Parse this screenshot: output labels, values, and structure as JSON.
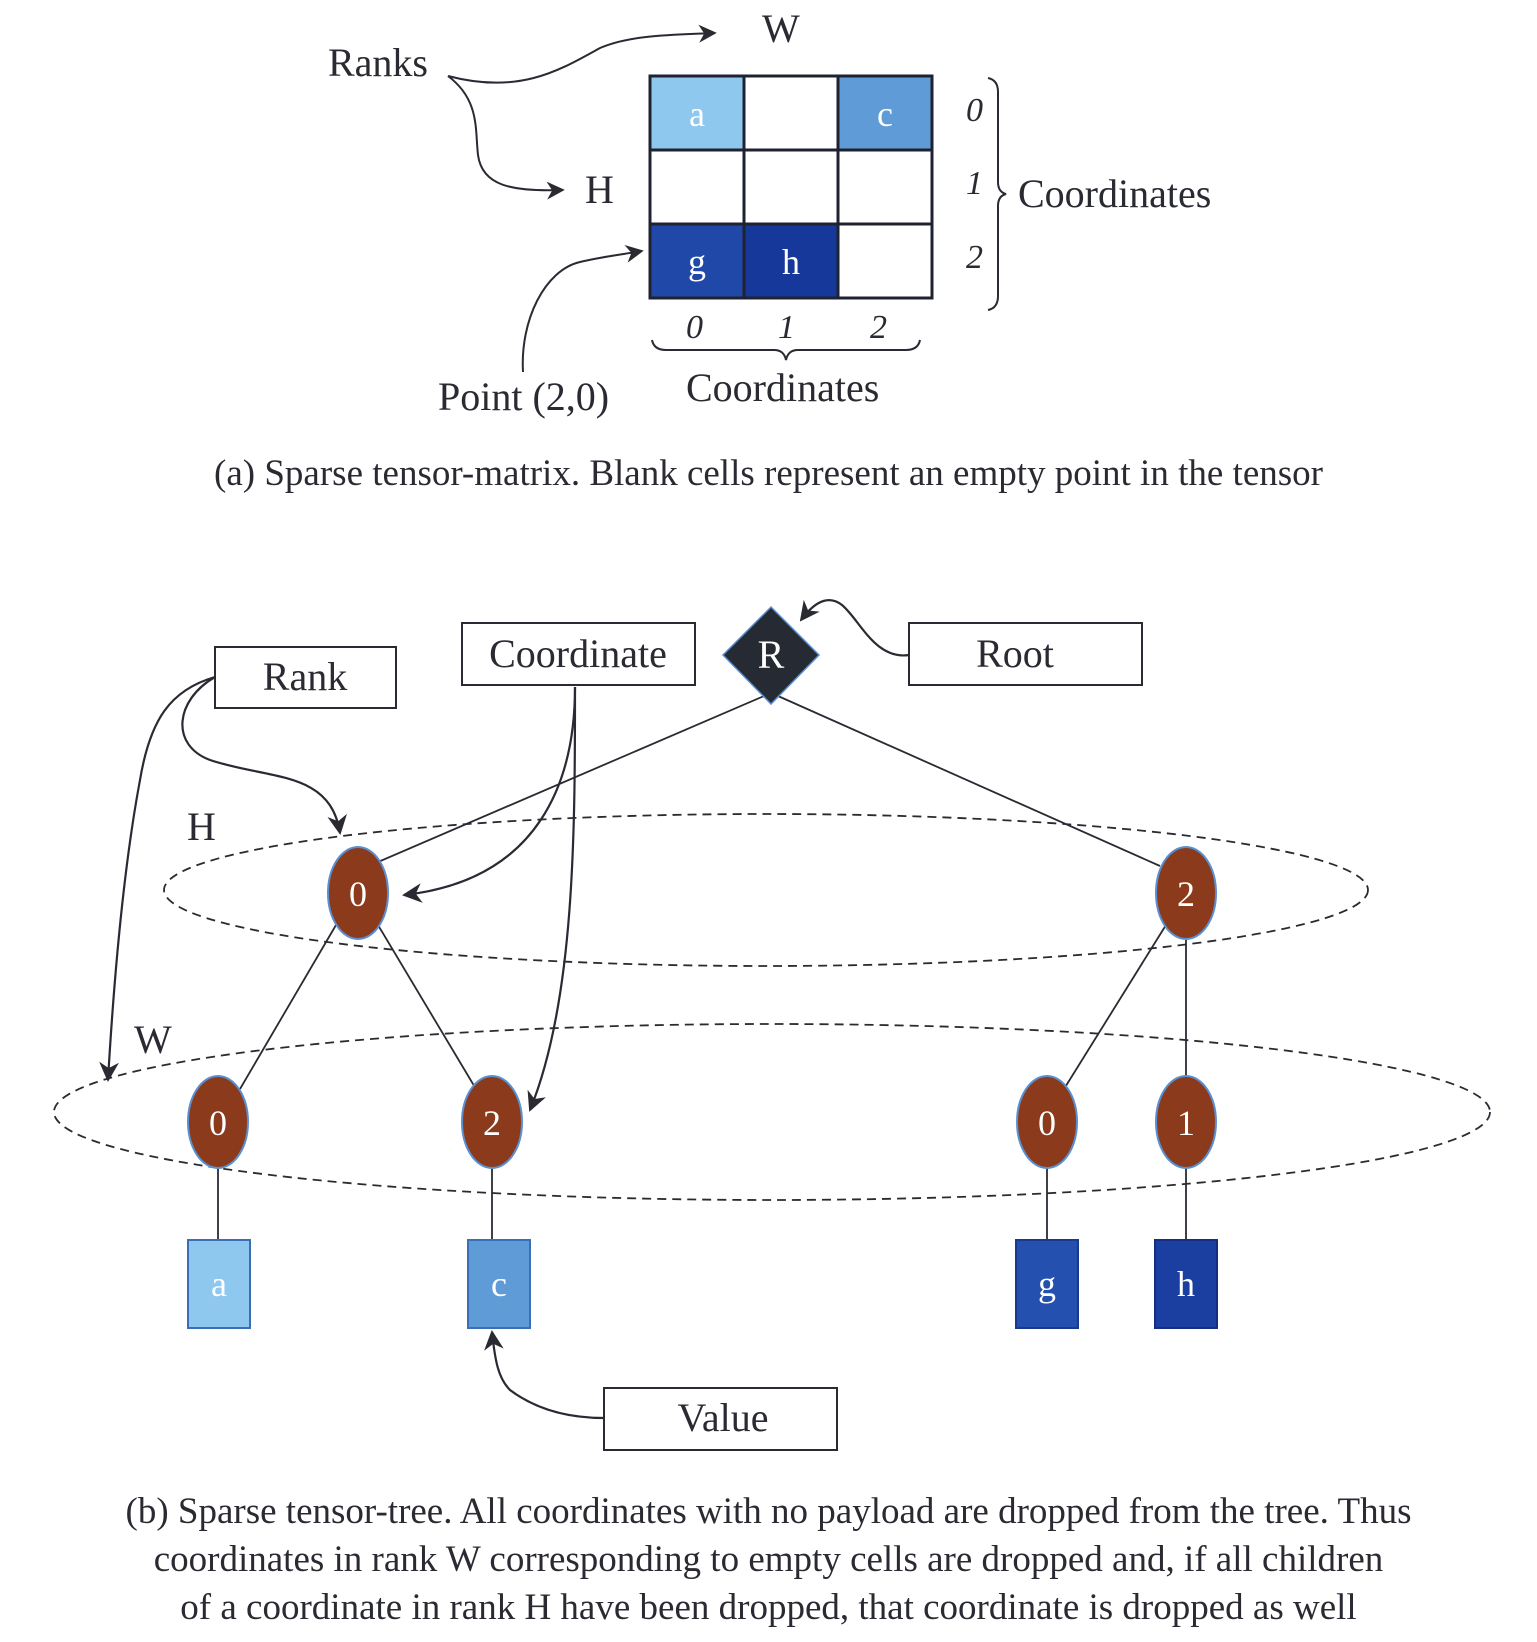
{
  "part_a": {
    "rank_label": "Ranks",
    "rank_w": "W",
    "rank_h": "H",
    "cells": [
      [
        "a",
        "",
        "c"
      ],
      [
        "",
        "",
        ""
      ],
      [
        "g",
        "h",
        ""
      ]
    ],
    "cell_colors": [
      [
        "#8ec8ee",
        "#ffffff",
        "#5f9bd6"
      ],
      [
        "#ffffff",
        "#ffffff",
        "#ffffff"
      ],
      [
        "#1f48a8",
        "#16389a",
        "#ffffff"
      ]
    ],
    "row_coords": [
      "0",
      "1",
      "2"
    ],
    "col_coords": [
      "0",
      "1",
      "2"
    ],
    "row_coords_label": "Coordinates",
    "col_coords_label": "Coordinates",
    "point_label": "Point (2,0)",
    "caption": "(a) Sparse tensor-matrix. Blank cells represent an empty point in the tensor"
  },
  "part_b": {
    "rank_box": "Rank",
    "coordinate_box": "Coordinate",
    "root_box": "Root",
    "value_box": "Value",
    "root_node": "R",
    "rank_h_label": "H",
    "rank_w_label": "W",
    "h_nodes": [
      "0",
      "2"
    ],
    "w_nodes": [
      "0",
      "2",
      "0",
      "1"
    ],
    "leaf_values": [
      "a",
      "c",
      "g",
      "h"
    ],
    "leaf_colors": [
      "#8ec8ee",
      "#5f9bd6",
      "#2450b0",
      "#1a3fa0"
    ],
    "node_color": "#8b3a1c",
    "root_color": "#262a33",
    "caption_lines": [
      "(b) Sparse tensor-tree. All coordinates with no payload are dropped from the tree. Thus",
      "coordinates in rank W corresponding to empty cells are dropped and, if all children",
      "of a coordinate in rank H have been dropped, that coordinate is dropped as well"
    ]
  }
}
